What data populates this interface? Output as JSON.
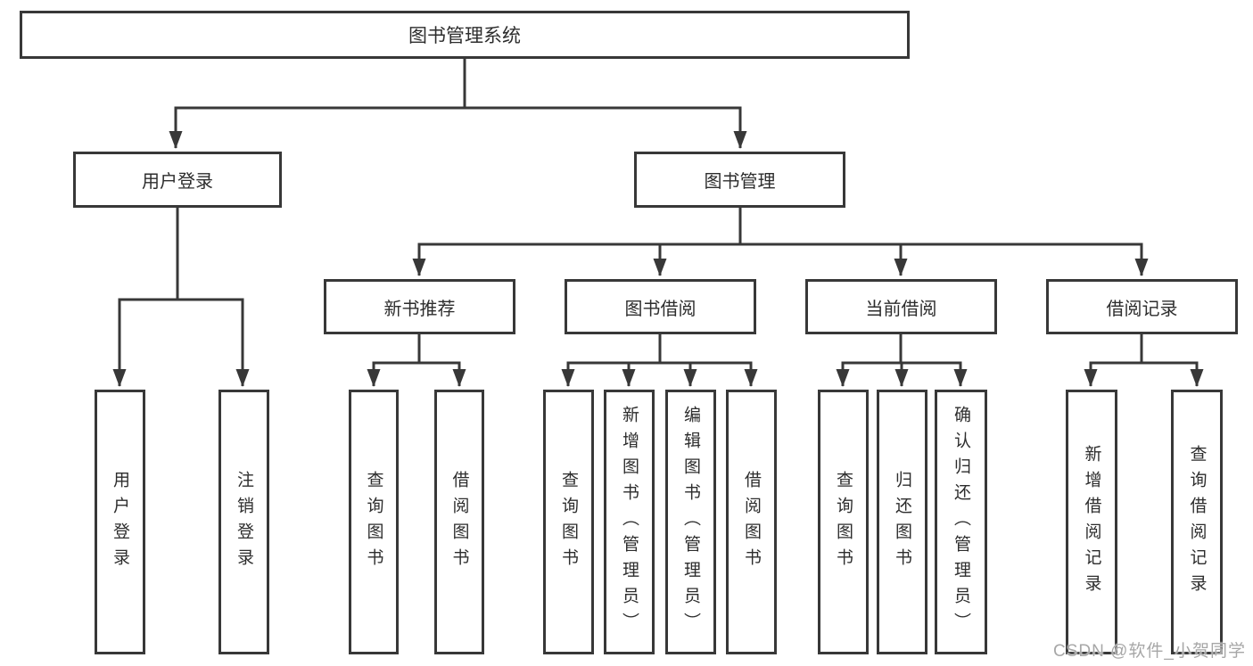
{
  "diagram": {
    "type": "hierarchy-tree",
    "root": {
      "label": "图书管理系统"
    },
    "branches": [
      {
        "label": "用户登录",
        "children": [
          {
            "label": "用户登录"
          },
          {
            "label": "注销登录"
          }
        ]
      },
      {
        "label": "图书管理",
        "children": [
          {
            "label": "新书推荐",
            "children": [
              {
                "label": "查询图书"
              },
              {
                "label": "借阅图书"
              }
            ]
          },
          {
            "label": "图书借阅",
            "children": [
              {
                "label": "查询图书"
              },
              {
                "label": "新增图书（管理员）"
              },
              {
                "label": "编辑图书（管理员）"
              },
              {
                "label": "借阅图书"
              }
            ]
          },
          {
            "label": "当前借阅",
            "children": [
              {
                "label": "查询图书"
              },
              {
                "label": "归还图书"
              },
              {
                "label": "确认归还（管理员）"
              }
            ]
          },
          {
            "label": "借阅记录",
            "children": [
              {
                "label": "新增借阅记录"
              },
              {
                "label": "查询借阅记录"
              }
            ]
          }
        ]
      }
    ]
  },
  "watermark": {
    "text": "CSDN @软件_小贺同学"
  },
  "colors": {
    "line": "#383838",
    "box_border": "#383838",
    "text": "#2d2d2d",
    "background": "#ffffff",
    "watermark": "#a7a7a7"
  }
}
